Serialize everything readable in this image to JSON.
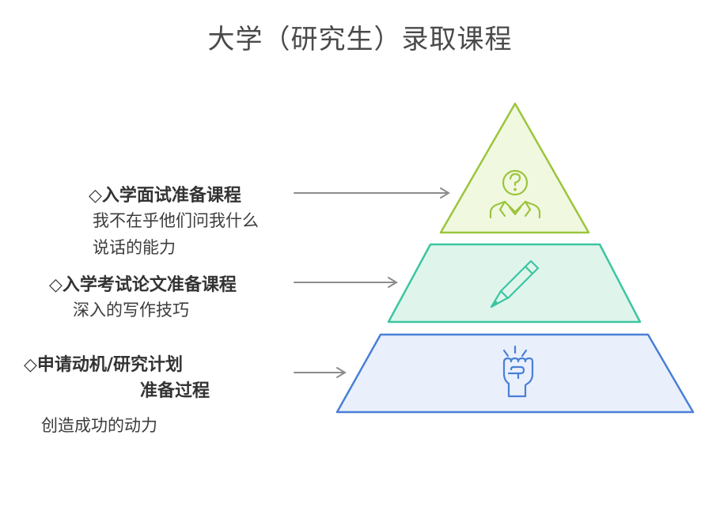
{
  "title": "大学（研究生）录取课程",
  "colors": {
    "top_stroke": "#9bc53d",
    "top_fill": "#f1f8e0",
    "mid_stroke": "#3cc5a0",
    "mid_fill": "#dff5ec",
    "bottom_stroke": "#4a7fd6",
    "bottom_fill": "#e9f0fc",
    "arrow": "#8c8c8c"
  },
  "levels": [
    {
      "label": "◇入学面试准备课程",
      "desc_lines": [
        "我不在乎他们问我什么",
        "说话的能力"
      ],
      "icon": "question-person-icon"
    },
    {
      "label": "◇入学考试论文准备课程",
      "desc_lines": [
        "深入的写作技巧"
      ],
      "icon": "pen-icon"
    },
    {
      "label_lines": [
        "◇申请动机/研究计划",
        "准备过程"
      ],
      "desc_lines": [
        "创造成功的动力"
      ],
      "icon": "raised-fist-icon"
    }
  ]
}
